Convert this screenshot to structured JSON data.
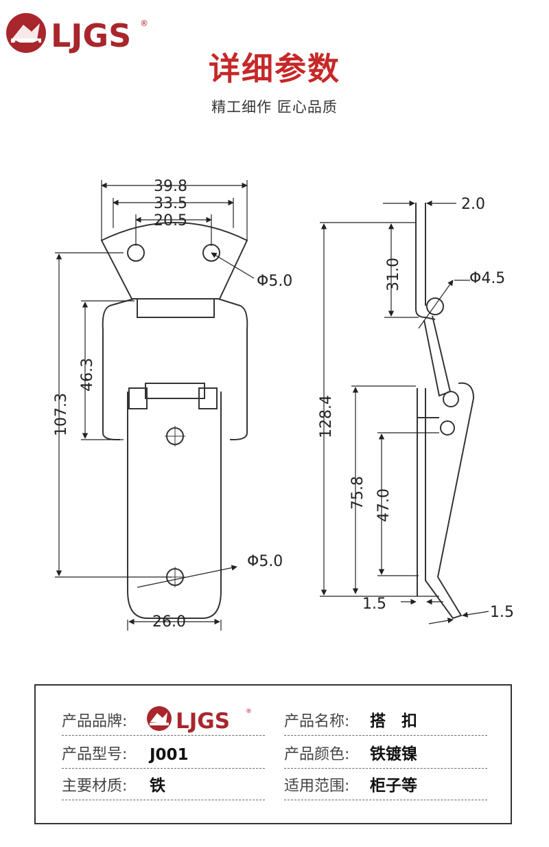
{
  "brand": {
    "logo_text": "LJGS",
    "registered": "®",
    "accent_color": "#a8262c"
  },
  "header": {
    "title": "详细参数",
    "subtitle": "精工细作 匠心品质"
  },
  "dimensions": {
    "front_view": [
      "39.8",
      "33.5",
      "20.5",
      "Φ5.0",
      "107.3",
      "46.3",
      "Φ5.0",
      "26.0"
    ],
    "side_view": [
      "2.0",
      "31.0",
      "Φ4.5",
      "128.4",
      "75.8",
      "47.0",
      "1.5",
      "1.5"
    ]
  },
  "specs": {
    "brand_label": "产品品牌:",
    "name_label": "产品名称:",
    "name_value": "搭　扣",
    "model_label": "产品型号:",
    "model_value": "J001",
    "color_label": "产品颜色:",
    "color_value": "铁镀镍",
    "material_label": "主要材质:",
    "material_value": "铁",
    "usage_label": "适用范围:",
    "usage_value": "柜子等"
  }
}
